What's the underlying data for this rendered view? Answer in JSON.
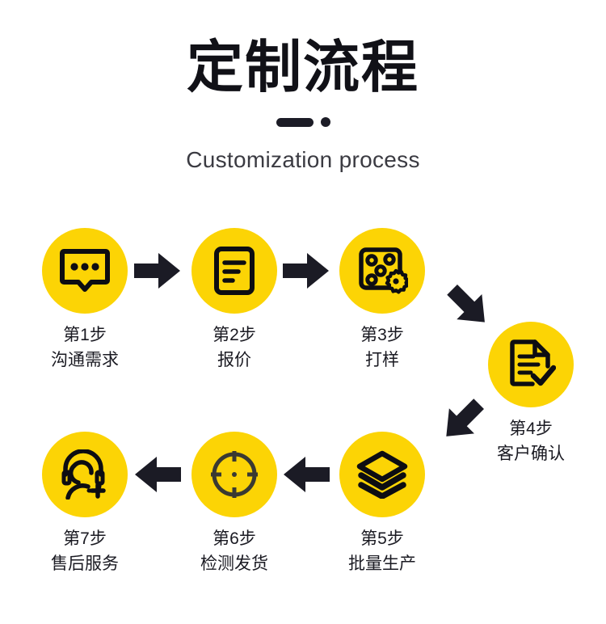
{
  "header": {
    "title": "定制流程",
    "subtitle": "Customization process",
    "divider_bar": "divider-bar",
    "divider_dot": "divider-dot"
  },
  "colors": {
    "accent_yellow": "#fcd405",
    "ink": "#1a1a22",
    "title_ink": "#111117",
    "subtitle_ink": "#3b3b42",
    "background": "#ffffff"
  },
  "steps": [
    {
      "id": "step1",
      "number": "第1步",
      "name": "沟通需求",
      "icon": "speech-bubble-icon"
    },
    {
      "id": "step2",
      "number": "第2步",
      "name": "报价",
      "icon": "document-lines-icon"
    },
    {
      "id": "step3",
      "number": "第3步",
      "name": "打样",
      "icon": "sample-gear-icon"
    },
    {
      "id": "step4",
      "number": "第4步",
      "name": "客户确认",
      "icon": "document-check-icon"
    },
    {
      "id": "step5",
      "number": "第5步",
      "name": "批量生产",
      "icon": "layers-stack-icon"
    },
    {
      "id": "step6",
      "number": "第6步",
      "name": "检测发货",
      "icon": "crosshair-target-icon"
    },
    {
      "id": "step7",
      "number": "第7步",
      "name": "售后服务",
      "icon": "headset-support-icon"
    }
  ],
  "arrows": [
    {
      "id": "arrow-1-2",
      "direction": "right",
      "from": "第1步",
      "to": "第2步"
    },
    {
      "id": "arrow-2-3",
      "direction": "right",
      "from": "第2步",
      "to": "第3步"
    },
    {
      "id": "arrow-3-4",
      "direction": "down-right",
      "from": "第3步",
      "to": "第4步"
    },
    {
      "id": "arrow-4-5",
      "direction": "down-left",
      "from": "第4步",
      "to": "第5步"
    },
    {
      "id": "arrow-5-6",
      "direction": "left",
      "from": "第5步",
      "to": "第6步"
    },
    {
      "id": "arrow-6-7",
      "direction": "left",
      "from": "第6步",
      "to": "第7步"
    }
  ]
}
